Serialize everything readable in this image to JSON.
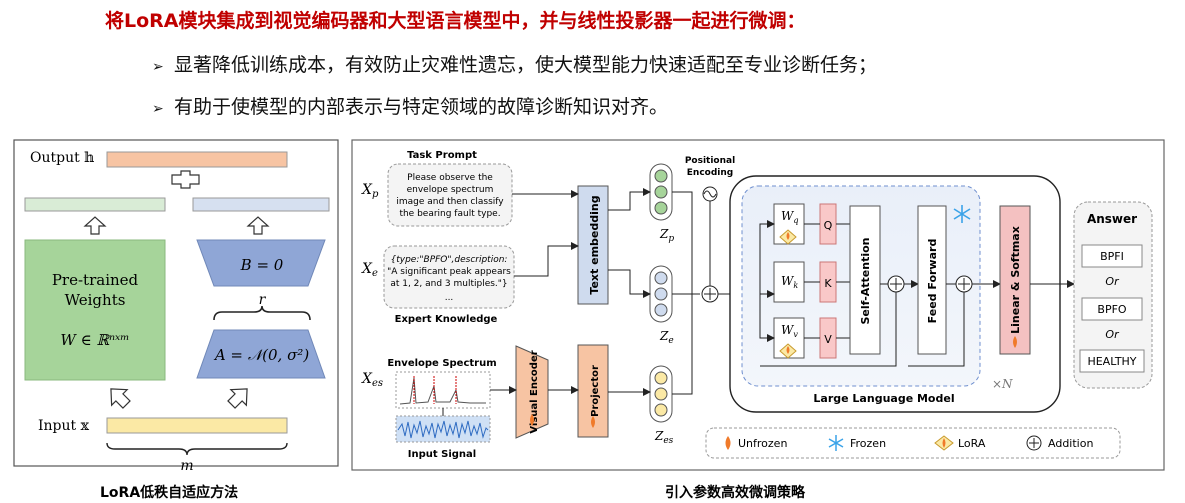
{
  "header": {
    "title": "将LoRA模块集成到视觉编码器和大型语言模型中，并与线性投影器一起进行微调：",
    "bullets": [
      "显著降低训练成本，有效防止灾难性遗忘，使大模型能力快速适配至专业诊断任务；",
      "有助于使模型的内部表示与特定领域的故障诊断知识对齐。"
    ]
  },
  "lora_panel": {
    "output_label": "Output 𝕙",
    "pretrained_line1": "Pre-trained",
    "pretrained_line2": "Weights",
    "weight_formula": "W ∈ ℝⁿˣᵐ",
    "b_formula": "B = 0",
    "r_label": "r",
    "a_formula": "A = 𝒩(0, σ²)",
    "input_label": "Input 𝕩",
    "m_label": "m",
    "plus": "+",
    "caption": "LoRA低秩自适应方法",
    "colors": {
      "green": "#a6d49a",
      "blue": "#8fa6d6",
      "orange": "#f7c4a3",
      "yellow": "#fbe9a5",
      "light_green": "#d9ecd6",
      "light_blue": "#d6e0f0"
    }
  },
  "arch_panel": {
    "task_prompt_title": "Task Prompt",
    "task_prompt_lines": [
      "Please observe the",
      "envelope spectrum",
      "image and then classify",
      "the bearing fault type."
    ],
    "xp": "X",
    "xp_sub": "p",
    "xe": "X",
    "xe_sub": "e",
    "xes": "X",
    "xes_sub": "es",
    "expert_lines": [
      "{type:\"BPFO\",description:",
      "\"A significant peak appears",
      "at 1, 2, and 3 multiples.\"}",
      "..."
    ],
    "expert_title": "Expert Knowledge",
    "envelope_title": "Envelope Spectrum",
    "input_signal_title": "Input Signal",
    "text_embedding": "Text embedding",
    "visual_encoder": "Visual Encoder",
    "projector": "Projector",
    "zp": "Z",
    "zp_sub": "p",
    "ze": "Z",
    "ze_sub": "e",
    "zes": "Z",
    "zes_sub": "es",
    "positional_encoding_line1": "Positional",
    "positional_encoding_line2": "Encoding",
    "wq": "W",
    "wq_sub": "q",
    "wk": "W",
    "wk_sub": "k",
    "wv": "W",
    "wv_sub": "v",
    "q": "Q",
    "k": "K",
    "v": "V",
    "self_attention": "Self-Attention",
    "feed_forward": "Feed Forward",
    "linear_softmax": "Linear & Softmax",
    "times_n": "×N",
    "llm_label": "Large Language Model",
    "answer_title": "Answer",
    "answers": [
      "BPFI",
      "BPFO",
      "HEALTHY"
    ],
    "or_label": "Or",
    "legend": [
      "Unfrozen",
      "Frozen",
      "LoRA",
      "Addition"
    ],
    "caption": "引入参数高效微调策略"
  }
}
